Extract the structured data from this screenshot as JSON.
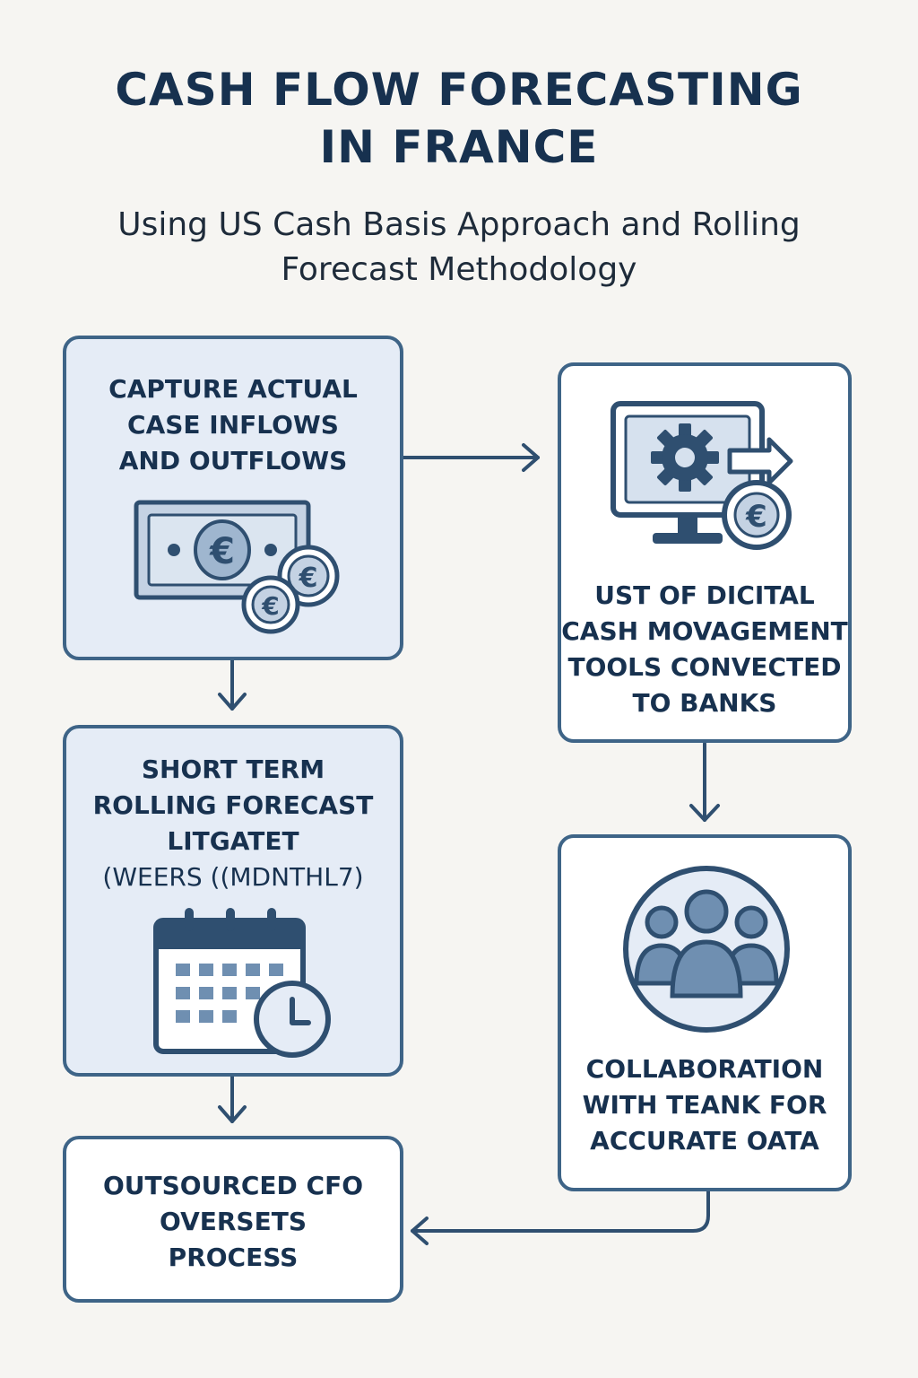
{
  "header": {
    "title_lines": [
      "CASH FLOW FORECASTING",
      "IN FRANCE"
    ],
    "subtitle_lines": [
      "Using US Cash Basis Approach and Rolling",
      "Forecast Methodology"
    ]
  },
  "steps": {
    "capture": {
      "lines": [
        "CAPTURE ACTUAL",
        "CASE INFLOWS",
        "AND OUTFLOWS"
      ],
      "icon": "cash-and-euro-coins-icon"
    },
    "digital_tools": {
      "lines": [
        "UST OF DICITAL",
        "CASH MOVAGEMENT",
        "TOOLS CONVECTED",
        "TO BANKS"
      ],
      "icon": "computer-gear-euro-icon"
    },
    "rolling_forecast": {
      "lines": [
        "SHORT TERM",
        "ROLLING FORECAST",
        "LITGATET",
        "(WEERS ((MDNTHL7)"
      ],
      "icon": "calendar-clock-icon"
    },
    "collaboration": {
      "lines": [
        "COLLABORATION",
        "WITH TEANK FOR",
        "ACCURATE OATA"
      ],
      "icon": "team-group-icon"
    },
    "outsourced_cfo": {
      "lines": [
        "OUTSOURCED CFO",
        "OVERSETS",
        "PROCESS"
      ]
    }
  },
  "colors": {
    "border": "#3e6487",
    "shaded_fill": "#e5ecf6",
    "text": "#17314f",
    "background": "#f6f5f2"
  }
}
